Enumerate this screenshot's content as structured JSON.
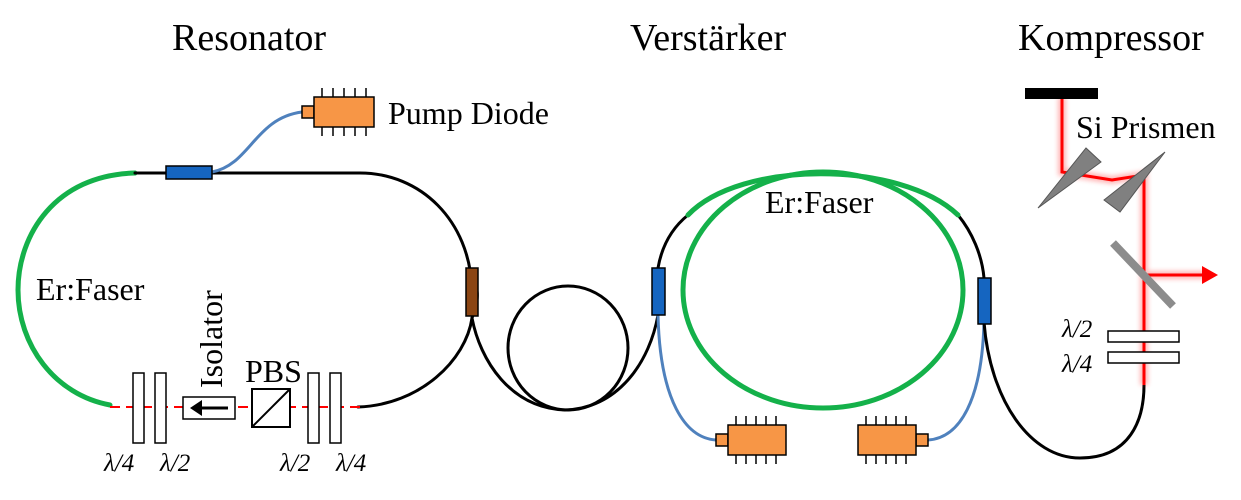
{
  "sections": {
    "resonator": "Resonator",
    "amplifier": "Verstärker",
    "compressor": "Kompressor"
  },
  "labels": {
    "pump_diode": "Pump Diode",
    "er_fiber_resonator": "Er:Faser",
    "er_fiber_amplifier": "Er:Faser",
    "isolator": "Isolator",
    "pbs": "PBS",
    "si_prisms": "Si Prismen"
  },
  "waveplates": {
    "quarter": "λ/4",
    "half": "λ/2"
  },
  "colors": {
    "er_fiber": "#14b14a",
    "passive_fiber": "#000000",
    "pump_fiber": "#4f81bd",
    "coupler": "#1565c0",
    "pump_diode": "#f79646",
    "output_coupler": "#8b4513",
    "laser_beam": "#ff0000"
  }
}
